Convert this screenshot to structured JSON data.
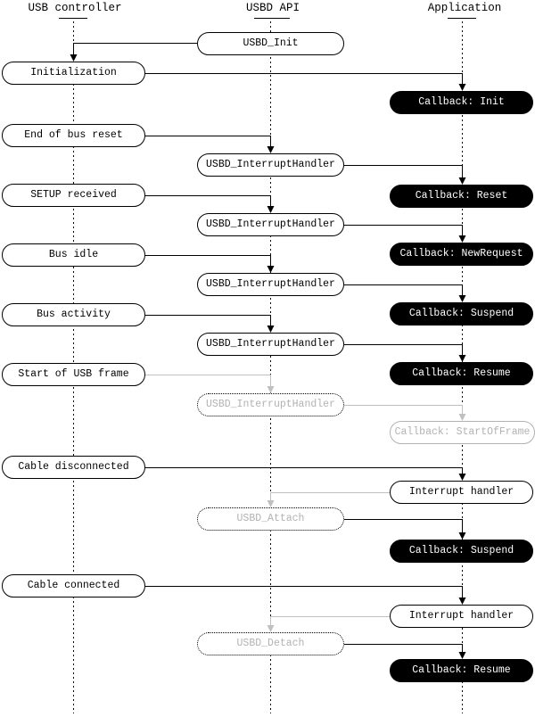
{
  "diagram": {
    "columns": {
      "usb_controller": {
        "label": "USB controller"
      },
      "usbd_api": {
        "label": "USBD API"
      },
      "application": {
        "label": "Application"
      }
    },
    "colors": {
      "line_black": "#000000",
      "line_gray": "#c0c0c0",
      "ghost_gray": "#b2b2b2",
      "callback_bg": "#000000",
      "callback_text": "#ffffff"
    },
    "nodes": {
      "usbd_init": {
        "label": "USBD_Init"
      },
      "initialization": {
        "label": "Initialization"
      },
      "callback_init": {
        "label": "Callback: Init"
      },
      "end_of_bus_reset": {
        "label": "End of bus reset"
      },
      "usbd_interrupt_handler_1": {
        "label": "USBD_InterruptHandler"
      },
      "setup_received": {
        "label": "SETUP received"
      },
      "callback_reset": {
        "label": "Callback: Reset"
      },
      "usbd_interrupt_handler_2": {
        "label": "USBD_InterruptHandler"
      },
      "bus_idle": {
        "label": "Bus idle"
      },
      "callback_newrequest": {
        "label": "Callback: NewRequest"
      },
      "usbd_interrupt_handler_3": {
        "label": "USBD_InterruptHandler"
      },
      "bus_activity": {
        "label": "Bus activity"
      },
      "callback_suspend_1": {
        "label": "Callback: Suspend"
      },
      "usbd_interrupt_handler_4": {
        "label": "USBD_InterruptHandler"
      },
      "start_of_usb_frame": {
        "label": "Start of USB frame"
      },
      "callback_resume_1": {
        "label": "Callback: Resume"
      },
      "usbd_interrupt_handler_ghost": {
        "label": "USBD_InterruptHandler"
      },
      "callback_startofframe": {
        "label": "Callback: StartOfFrame"
      },
      "cable_disconnected": {
        "label": "Cable disconnected"
      },
      "interrupt_handler_1": {
        "label": "Interrupt handler"
      },
      "usbd_attach": {
        "label": "USBD_Attach"
      },
      "callback_suspend_2": {
        "label": "Callback: Suspend"
      },
      "cable_connected": {
        "label": "Cable connected"
      },
      "interrupt_handler_2": {
        "label": "Interrupt handler"
      },
      "usbd_detach": {
        "label": "USBD_Detach"
      },
      "callback_resume_2": {
        "label": "Callback: Resume"
      }
    }
  }
}
